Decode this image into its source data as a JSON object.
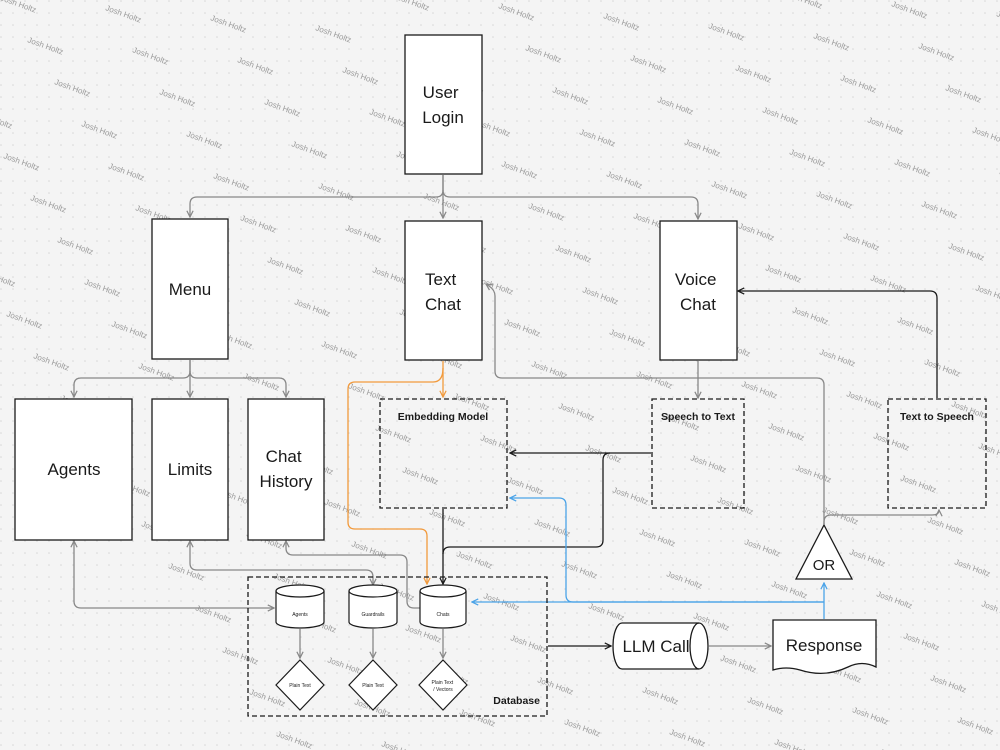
{
  "nodes": {
    "user_login": [
      "User",
      "Login"
    ],
    "menu": [
      "Menu"
    ],
    "text_chat": [
      "Text",
      "Chat"
    ],
    "voice_chat": [
      "Voice",
      "Chat"
    ],
    "agents": [
      "Agents"
    ],
    "limits": [
      "Limits"
    ],
    "chat_history": [
      "Chat",
      "History"
    ],
    "embedding_model": "Embedding Model",
    "speech_to_text": "Speech to Text",
    "text_to_speech": "Text to Speech",
    "or": "OR",
    "llm_call": "LLM Call",
    "response": "Response",
    "database": "Database"
  },
  "database": {
    "cylinders": [
      "Agents",
      "Guardrails",
      "Chats"
    ],
    "diamonds": [
      [
        "Plain Text"
      ],
      [
        "Plain Text"
      ],
      [
        "Plain Text",
        "/ Vectors"
      ]
    ]
  },
  "watermark": "Josh Holtz",
  "colors": {
    "arrow_gray": "#888888",
    "arrow_dark": "#1a1a1a",
    "orange": "#f29a3c",
    "blue": "#4aa3e8",
    "grid": "#dedede"
  }
}
